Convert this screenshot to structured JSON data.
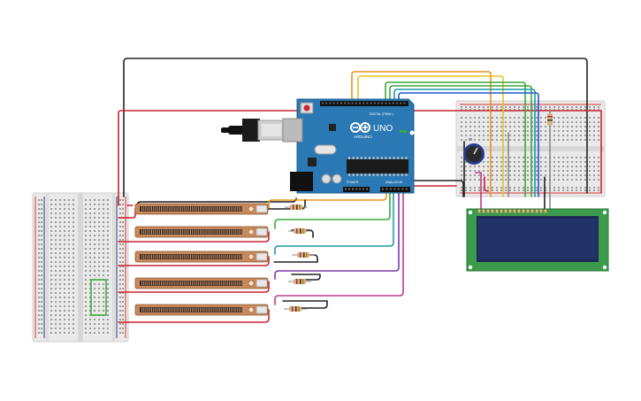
{
  "arduino": {
    "brand": "ARDUINO",
    "model": "UNO",
    "header_digital": "DIGITAL (PWM~)",
    "header_power": "POWER",
    "header_analog": "ANALOG IN",
    "logo_icon": "infinity-logo-icon"
  },
  "flex_sensors": [
    {
      "name": "flex-sensor-1"
    },
    {
      "name": "flex-sensor-2"
    },
    {
      "name": "flex-sensor-3"
    },
    {
      "name": "flex-sensor-4"
    },
    {
      "name": "flex-sensor-5"
    }
  ],
  "colors": {
    "board": "#2a78b4",
    "board_dark": "#1b5b8c",
    "breadboard": "#eeeeee",
    "rail_red": "#d33",
    "rail_blue": "#336",
    "lcd_pcb": "#3c9a4c",
    "lcd_screen": "#1e2a56",
    "flex_body": "#c9895a",
    "wire_black": "#222222",
    "wire_red": "#cc2233",
    "wire_orange": "#e89418",
    "wire_yellow": "#e8c21a",
    "wire_green": "#3aa83a",
    "wire_teal": "#1e9aa8",
    "wire_blue": "#2255cc",
    "wire_purple": "#7a3aa8",
    "wire_magenta": "#c23a8a",
    "wire_gray": "#888888"
  }
}
